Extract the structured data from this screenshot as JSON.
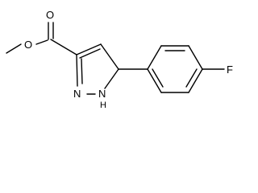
{
  "molecule": {
    "atoms": {
      "ester_ether_oxygen": "O",
      "carbonyl_oxygen": "O",
      "pyrazole_n2": "N",
      "pyrazole_n1h": "N",
      "pyrazole_h": "H",
      "fluorine": "F"
    }
  }
}
